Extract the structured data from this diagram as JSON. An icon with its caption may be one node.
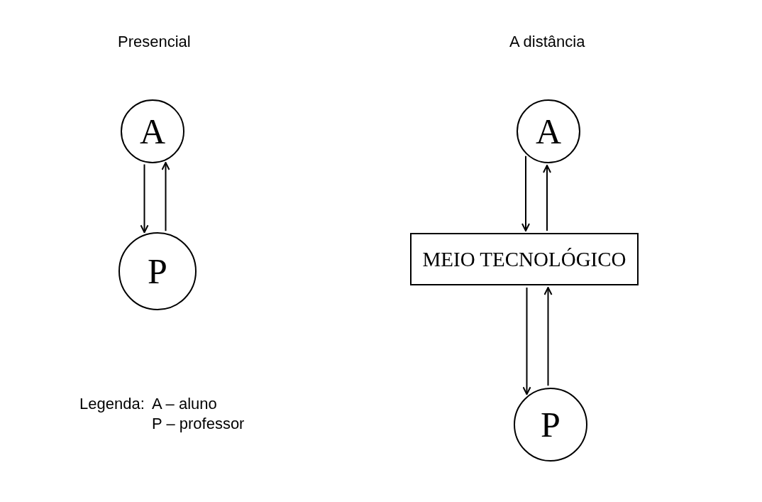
{
  "diagram": {
    "nodes": [
      {
        "text": [
          "A"
        ]
      },
      {
        "text": [
          "P"
        ]
      },
      {
        "text": [
          "A"
        ]
      },
      {
        "text": [
          "MEIO TECNOLÓGICO"
        ]
      },
      {
        "text": [
          "P"
        ]
      }
    ],
    "edges": [
      {
        "from": 0,
        "to": 1,
        "arrow": "to"
      },
      {
        "from": 1,
        "to": 0,
        "arrow": "to"
      },
      {
        "from": 2,
        "to": 3,
        "arrow": "to"
      },
      {
        "from": 3,
        "to": 2,
        "arrow": "to"
      },
      {
        "from": 3,
        "to": 4,
        "arrow": "to"
      },
      {
        "from": 4,
        "to": 3,
        "arrow": "to"
      }
    ],
    "labels": [
      "Presencial",
      "A distância",
      "Legenda:",
      "A – aluno",
      "P – professor"
    ]
  }
}
